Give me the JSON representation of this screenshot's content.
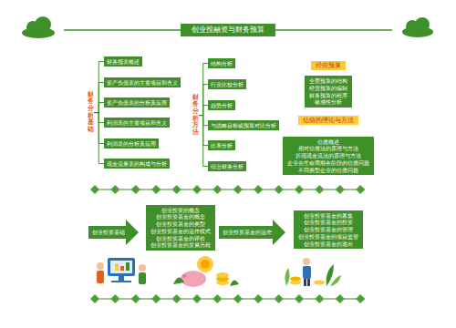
{
  "diagram": {
    "title": "创业投融资与财务预算",
    "nodes": [
      {
        "text": [
          "财务分析基础"
        ]
      },
      {
        "text": [
          "财务报表概述"
        ]
      },
      {
        "text": [
          "资产负债表的主要项目和含义"
        ]
      },
      {
        "text": [
          "资产负债表的分析及应用"
        ]
      },
      {
        "text": [
          "利润表的主要项目和含义"
        ]
      },
      {
        "text": [
          "利润表的分析及应用"
        ]
      },
      {
        "text": [
          "现金流量表的构成与分析"
        ]
      },
      {
        "text": [
          "财务分析方法"
        ]
      },
      {
        "text": [
          "结构分析"
        ]
      },
      {
        "text": [
          "行业比较分析"
        ]
      },
      {
        "text": [
          "趋势分析"
        ]
      },
      {
        "text": [
          "与战略目标或预算对比分析"
        ]
      },
      {
        "text": [
          "比率分析"
        ]
      },
      {
        "text": [
          "综合财务分析"
        ]
      },
      {
        "text": [
          "经营预算"
        ]
      },
      {
        "text": [
          "全面预算的结构",
          "经营预算的编制",
          "财务预算的程序",
          "敏感性分析"
        ]
      },
      {
        "text": [
          "估值的理论与方法"
        ]
      },
      {
        "text": [
          "估值概述",
          "相对估值法的原理与方法",
          "折现现金流法的原理与方法",
          "企业在生命周期各阶段的估值问题",
          "不同类型企业的估值问题"
        ]
      },
      {
        "text": [
          "创业投资基础"
        ]
      },
      {
        "text": [
          "创业投资的概念",
          "创业投资基金的概念",
          "创业投资基金的类型",
          "创业投资基金的运作模式",
          "创业投资基金的评价",
          "创业投资基金的发展历程"
        ]
      },
      {
        "text": [
          "创业投资基金的运作"
        ]
      },
      {
        "text": [
          "创业投资基金的募集",
          "创业投资基金的投资",
          "创业投资基金的管理",
          "创业投资基金的项目监管",
          "创业投资基金的退出"
        ]
      }
    ],
    "edges": [
      {
        "from": 0,
        "to": 1,
        "arrow": "none"
      },
      {
        "from": 0,
        "to": 2,
        "arrow": "none"
      },
      {
        "from": 0,
        "to": 3,
        "arrow": "none"
      },
      {
        "from": 0,
        "to": 4,
        "arrow": "none"
      },
      {
        "from": 0,
        "to": 5,
        "arrow": "none"
      },
      {
        "from": 0,
        "to": 6,
        "arrow": "none"
      },
      {
        "from": 7,
        "to": 8,
        "arrow": "none"
      },
      {
        "from": 7,
        "to": 9,
        "arrow": "none"
      },
      {
        "from": 7,
        "to": 10,
        "arrow": "none"
      },
      {
        "from": 7,
        "to": 11,
        "arrow": "none"
      },
      {
        "from": 7,
        "to": 12,
        "arrow": "none"
      },
      {
        "from": 7,
        "to": 13,
        "arrow": "none"
      }
    ]
  }
}
